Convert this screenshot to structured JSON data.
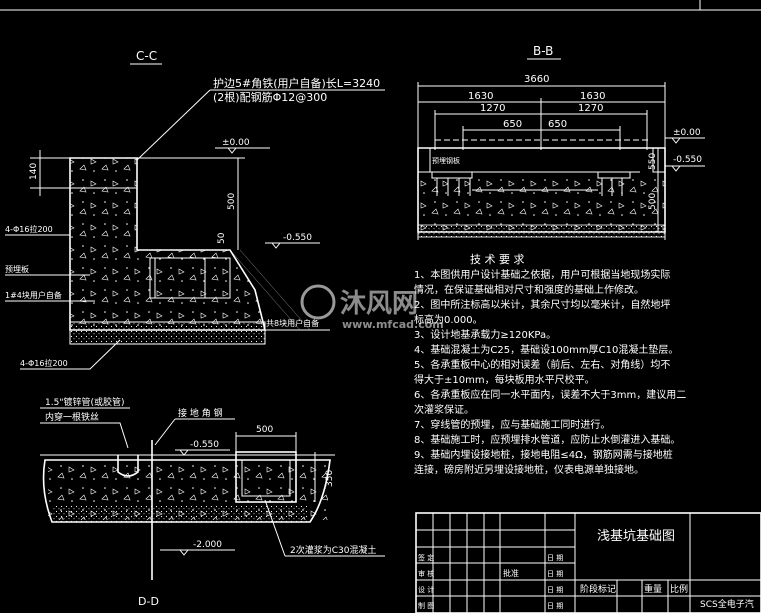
{
  "title_block": {
    "drawing_name": "浅基坑基础图",
    "row_labels_left": [
      "签 定",
      "审 核",
      "设 计",
      "制 图"
    ],
    "row_labels_mid": [
      "日 期",
      "日 期",
      "日 期",
      "日 期"
    ],
    "approval": "批准",
    "stage_mark": "阶段标记",
    "weight": "重量",
    "scale": "比例",
    "company": "SCS全电子汽"
  },
  "section_cc": {
    "title": "C-C",
    "note_line1": "护边5#角铁(用户自备)长L=3240",
    "note_line2": "(2根)配钢筋Φ12@300",
    "elev_top": "±0.00",
    "elev_bottom": "-0.550",
    "dim_140": "140",
    "dim_500": "500",
    "dim_50": "50",
    "rebar_1": "4-Φ16拉200",
    "rebar_2": "4-Φ16拉200",
    "label_plate": "预埋板",
    "label_bolt": "1#4块用户自备",
    "label_angle": "共8块用户自备"
  },
  "section_bb": {
    "title": "B-B",
    "dim_total": "3660",
    "dim_half_left": "1630",
    "dim_half_right": "1630",
    "dim_1270_left": "1270",
    "dim_1270_right": "1270",
    "dim_650_left": "650",
    "dim_650_right": "650",
    "elev_top": "±0.00",
    "elev_bottom": "-0.550",
    "dim_550": "550",
    "dim_500": "500",
    "label_plate": "预埋钢板"
  },
  "section_dd": {
    "title": "D-D",
    "note_pipe": "1.5\"镀锌管(或胶管)",
    "note_pipe2": "内穿一根铁丝",
    "note_angle": "接 地 角 钢",
    "dim_500": "500",
    "dim_350": "350",
    "elev_mid": "-0.550",
    "elev_low": "-2.000",
    "note_concrete": "2次灌浆为C30混凝土"
  },
  "tech": {
    "heading": "技 术 要 求",
    "items": [
      "1、本图供用户设计基础之依据，用户可根据当地现场实际",
      "   情况，在保证基础相对尺寸和强度的基础上作修改。",
      "2、图中所注标高以米计，其余尺寸均以毫米计，自然地坪",
      "   标高为0.000。",
      "3、设计地基承载力≥120KPa。",
      "4、基础混凝土为C25，基础设100mm厚C10混凝土垫层。",
      "5、各承重板中心的相对误差（前后、左右、对角线）均不",
      "   得大于±10mm，每块板用水平尺校平。",
      "6、各承重板应在同一水平面内，误差不大于3mm，建议用二",
      "   次灌浆保证。",
      "7、穿线管的预埋，应与基础施工同时进行。",
      "8、基础施工时，应预埋排水管道，应防止水倒灌进入基础。",
      "9、基础内埋设接地桩，接地电阻≤4Ω，钢筋网需与接地桩",
      "   连接，磅房附近另埋设接地桩，仪表电源单独接地。"
    ]
  },
  "watermark": {
    "brand": "沐风网",
    "url": "www.mfcad.com"
  }
}
